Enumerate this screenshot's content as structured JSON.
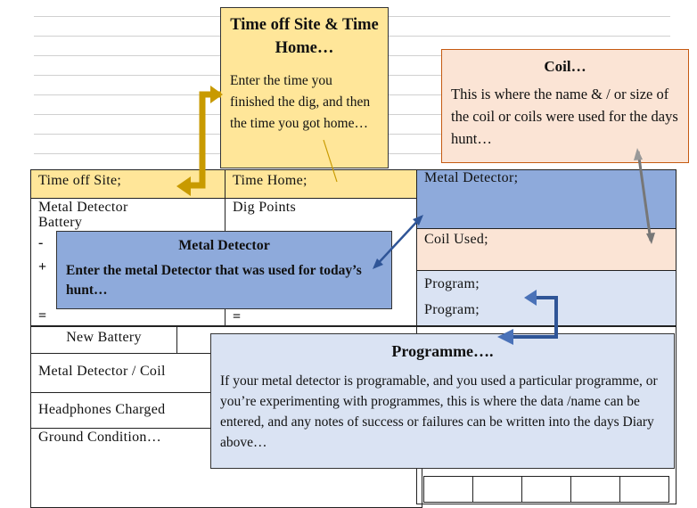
{
  "table": {
    "time_off_site": "Time off Site;",
    "time_home": "Time Home;",
    "metal_detector": "Metal Detector;",
    "coil_used": "Coil Used;",
    "program1": "Program;",
    "program2": "Program;",
    "md_battery_l1": "Metal Detector",
    "md_battery_l2": "Battery",
    "dig_points": "Dig Points",
    "minus": "-",
    "plus": "+",
    "equals_left": "=",
    "equals_right": "=",
    "new_battery": "New Battery",
    "md_coil": "Metal Detector / Coil",
    "headphones": "Headphones Charged",
    "ground": "Ground Condition…"
  },
  "callouts": {
    "time": {
      "title": "Time off Site & Time Home…",
      "body": "Enter the time you finished the dig, and then the time you got home…"
    },
    "coil": {
      "title": "Coil…",
      "body": "This is where the name & / or size of the coil or coils were used for the days hunt…"
    },
    "detector": {
      "title": "Metal Detector",
      "body": "Enter the metal Detector that was used for today’s hunt…"
    },
    "programme": {
      "title": "Programme….",
      "body": "If your metal detector is programable, and you used a particular programme, or you’re experimenting with programmes, this is where the data /name can be entered, and any notes of success or failures can be written into the days Diary above…"
    }
  },
  "colors": {
    "yellow": "#ffe699",
    "blue": "#8eaadb",
    "peach": "#fbe4d5",
    "lightblue": "#dae3f3",
    "gold_arrow": "#c89a00",
    "blue_arrow": "#2f5597"
  }
}
